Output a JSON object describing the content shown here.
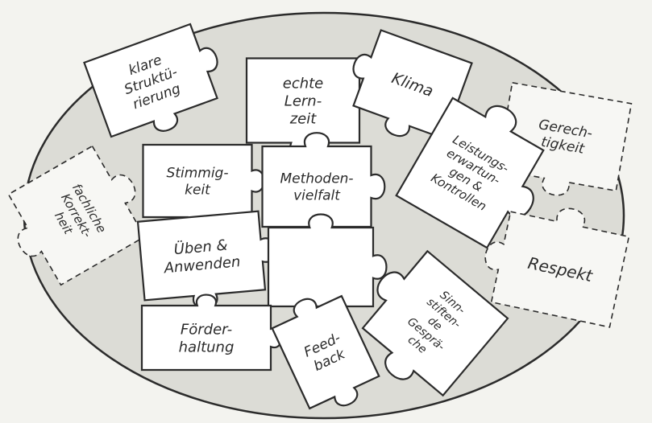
{
  "colors": {
    "background": "#f3f3ef",
    "ellipse_fill": "#dcdcd6",
    "piece_fill": "#ffffff",
    "ink": "#2b2b2b"
  },
  "pieces": [
    {
      "id": "klare",
      "lines": [
        "klare",
        "Struktü-",
        "rierung"
      ]
    },
    {
      "id": "lernzeit",
      "lines": [
        "echte",
        "Lern-",
        "zeit"
      ]
    },
    {
      "id": "klima",
      "lines": [
        "Klima"
      ]
    },
    {
      "id": "gerechtigkeit",
      "lines": [
        "Gerech-",
        "tigkeit"
      ]
    },
    {
      "id": "leistung",
      "lines": [
        "Leistungs-",
        "erwartun-",
        "gen &",
        "Kontrollen"
      ]
    },
    {
      "id": "stimmigkeit",
      "lines": [
        "Stimmig-",
        "keit"
      ]
    },
    {
      "id": "methoden",
      "lines": [
        "Methoden-",
        "vielfalt"
      ]
    },
    {
      "id": "fachlich",
      "lines": [
        "fachliche",
        "Korrekt-",
        "heit"
      ]
    },
    {
      "id": "ueben",
      "lines": [
        "Üben &",
        "Anwenden"
      ]
    },
    {
      "id": "leer",
      "lines": []
    },
    {
      "id": "respekt",
      "lines": [
        "Respekt"
      ]
    },
    {
      "id": "foerder",
      "lines": [
        "Förder-",
        "haltung"
      ]
    },
    {
      "id": "feedback",
      "lines": [
        "Feed-",
        "back"
      ]
    },
    {
      "id": "sinn",
      "lines": [
        "Sinn-",
        "stiften-",
        "de",
        "Gesprä-",
        "che"
      ]
    }
  ]
}
